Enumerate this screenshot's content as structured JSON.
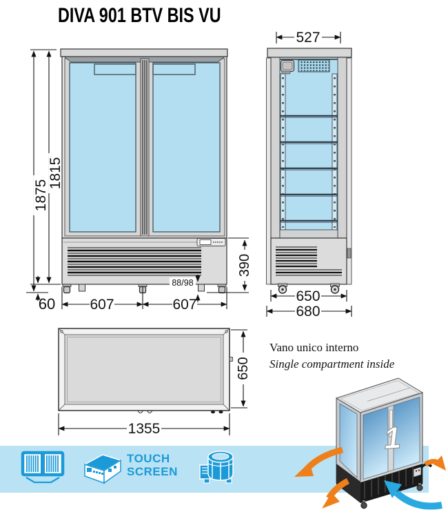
{
  "title": "DIVA 901 BTV BIS VU",
  "dimensions": {
    "front": {
      "total_height": "1875",
      "body_height": "1815",
      "caster_height": "60",
      "door_left": "607",
      "door_right": "607",
      "feet_range": "88/98",
      "base_height": "390"
    },
    "side": {
      "top_depth": "527",
      "wheelbase": "650",
      "total_depth": "680"
    },
    "top": {
      "depth": "650",
      "width": "1355"
    }
  },
  "note": {
    "italian": "Vano unico interno",
    "english": "Single compartment inside"
  },
  "features": {
    "touch_line1": "TOUCH",
    "touch_line2": "SCREEN",
    "icons": [
      "ventilated-display-case",
      "touch-control-box",
      "fan-motor"
    ]
  },
  "unit3d": {
    "compartment_number": "1"
  },
  "colors": {
    "glass_blue": "#b3ddf1",
    "bar_blue": "#b9e2f5",
    "icon_blue": "#1b9ad7",
    "arrow_orange": "#ef7f1a",
    "arrow_blue": "#2aa9e1"
  }
}
